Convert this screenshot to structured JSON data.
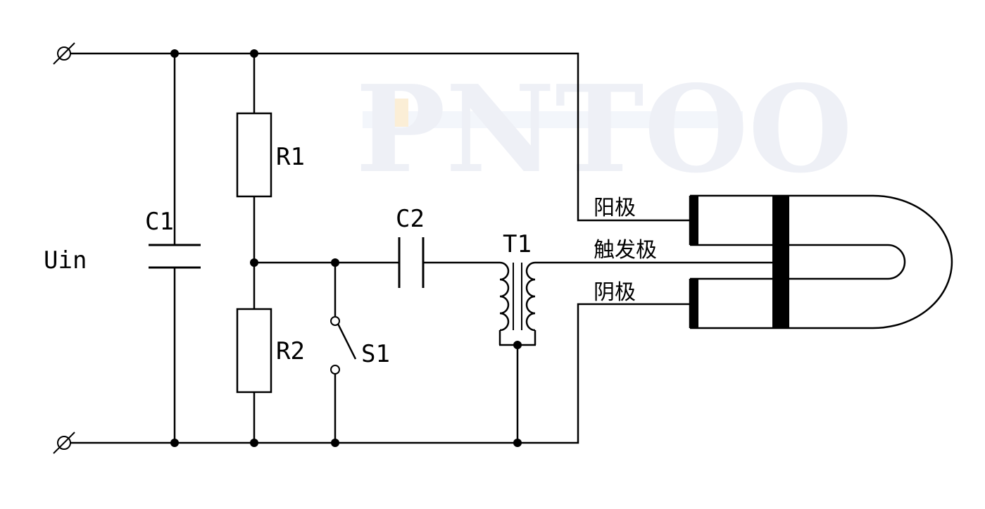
{
  "watermark": {
    "text": "PNTOO",
    "color": "#eef0f6",
    "accent": "#fbeed6"
  },
  "labels": {
    "input": "Uin",
    "c1": "C1",
    "c2": "C2",
    "r1": "R1",
    "r2": "R2",
    "s1": "S1",
    "t1": "T1",
    "anode": "阳极",
    "trigger": "触发极",
    "cathode": "阴极"
  },
  "components": [
    {
      "id": "C1",
      "kind": "capacitor"
    },
    {
      "id": "C2",
      "kind": "capacitor"
    },
    {
      "id": "R1",
      "kind": "resistor"
    },
    {
      "id": "R2",
      "kind": "resistor"
    },
    {
      "id": "S1",
      "kind": "switch",
      "state": "open"
    },
    {
      "id": "T1",
      "kind": "transformer"
    },
    {
      "id": "lamp",
      "kind": "u-shaped flash tube"
    }
  ],
  "icons": {
    "terminal_top": "terminal-icon",
    "terminal_bottom": "terminal-icon"
  }
}
